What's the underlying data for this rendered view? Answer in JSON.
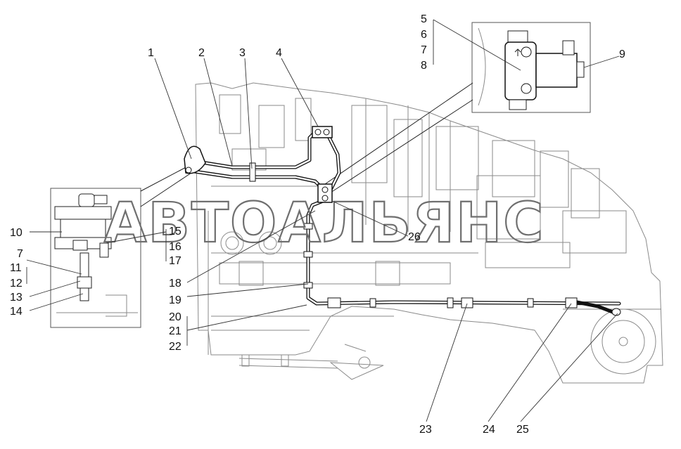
{
  "watermark": "АВТОАЛЬЯНС",
  "callouts": [
    {
      "id": "1",
      "label": "1"
    },
    {
      "id": "2",
      "label": "2"
    },
    {
      "id": "3",
      "label": "3"
    },
    {
      "id": "4",
      "label": "4"
    },
    {
      "id": "5",
      "label": "5"
    },
    {
      "id": "6",
      "label": "6"
    },
    {
      "id": "7a",
      "label": "7"
    },
    {
      "id": "8a",
      "label": "8"
    },
    {
      "id": "9",
      "label": "9"
    },
    {
      "id": "10",
      "label": "10"
    },
    {
      "id": "7b",
      "label": "7"
    },
    {
      "id": "11",
      "label": "11"
    },
    {
      "id": "12",
      "label": "12"
    },
    {
      "id": "13",
      "label": "13"
    },
    {
      "id": "14",
      "label": "14"
    },
    {
      "id": "15",
      "label": "15"
    },
    {
      "id": "16",
      "label": "16"
    },
    {
      "id": "17",
      "label": "17"
    },
    {
      "id": "18",
      "label": "18"
    },
    {
      "id": "19",
      "label": "19"
    },
    {
      "id": "20",
      "label": "20"
    },
    {
      "id": "21",
      "label": "21"
    },
    {
      "id": "22",
      "label": "22"
    },
    {
      "id": "23",
      "label": "23"
    },
    {
      "id": "24",
      "label": "24"
    },
    {
      "id": "25",
      "label": "25"
    },
    {
      "id": "26",
      "label": "26"
    }
  ]
}
